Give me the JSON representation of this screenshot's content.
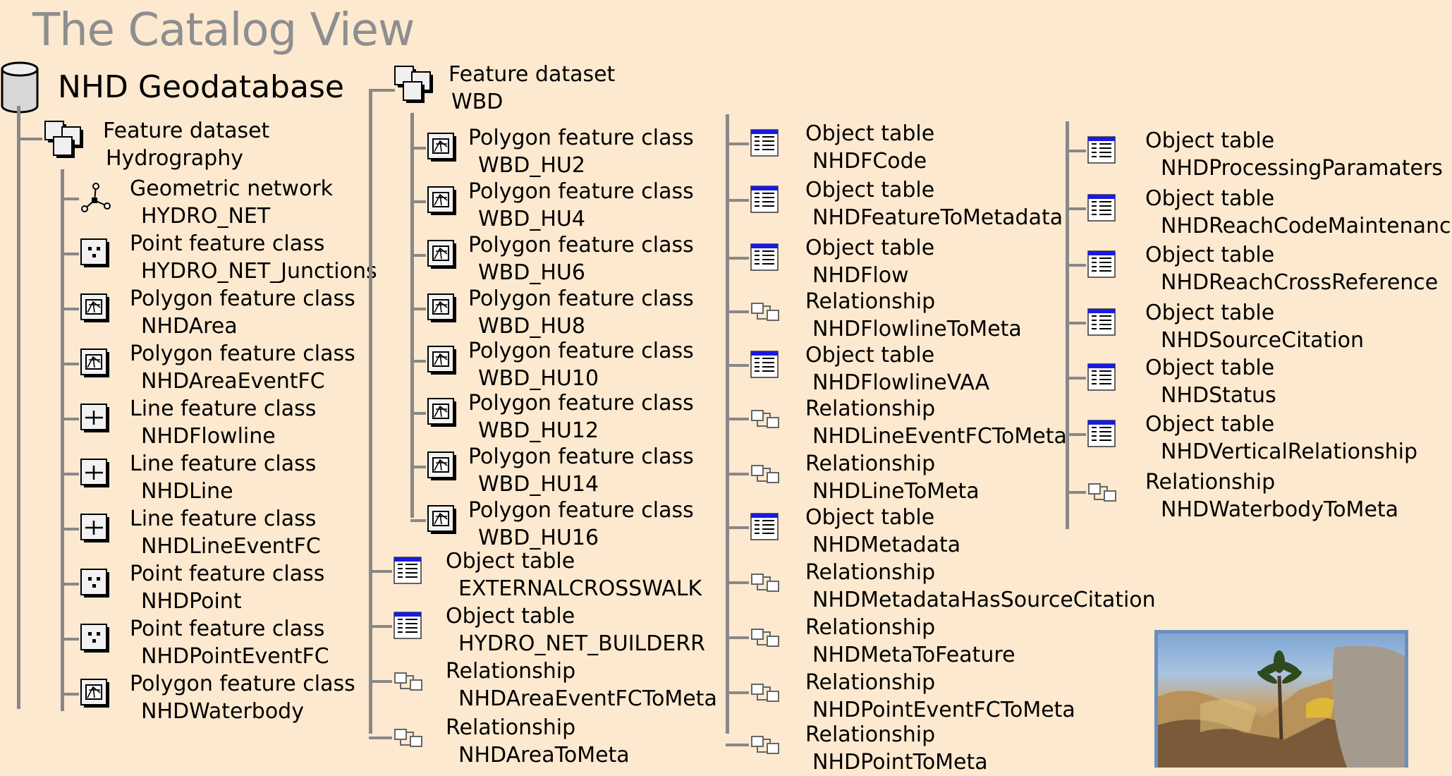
{
  "title": "The Catalog View",
  "geodatabase": "NHD Geodatabase",
  "col1": {
    "dataset": {
      "kind": "Feature dataset",
      "name": "Hydrography"
    },
    "items": [
      {
        "kind": "Geometric network",
        "name": "HYDRO_NET",
        "icon": "network"
      },
      {
        "kind": "Point feature class",
        "name": "HYDRO_NET_Junctions",
        "icon": "point"
      },
      {
        "kind": "Polygon feature class",
        "name": "NHDArea",
        "icon": "polygon"
      },
      {
        "kind": "Polygon feature class",
        "name": "NHDAreaEventFC",
        "icon": "polygon"
      },
      {
        "kind": "Line feature class",
        "name": "NHDFlowline",
        "icon": "line"
      },
      {
        "kind": "Line feature class",
        "name": "NHDLine",
        "icon": "line"
      },
      {
        "kind": "Line feature class",
        "name": "NHDLineEventFC",
        "icon": "line"
      },
      {
        "kind": "Point feature class",
        "name": "NHDPoint",
        "icon": "point"
      },
      {
        "kind": "Point feature class",
        "name": "NHDPointEventFC",
        "icon": "point"
      },
      {
        "kind": "Polygon feature class",
        "name": "NHDWaterbody",
        "icon": "polygon"
      }
    ]
  },
  "col2": {
    "dataset": {
      "kind": "Feature dataset",
      "name": "WBD"
    },
    "items": [
      {
        "kind": "Polygon feature class",
        "name": "WBD_HU2",
        "icon": "polygon"
      },
      {
        "kind": "Polygon feature class",
        "name": "WBD_HU4",
        "icon": "polygon"
      },
      {
        "kind": "Polygon feature class",
        "name": "WBD_HU6",
        "icon": "polygon"
      },
      {
        "kind": "Polygon feature class",
        "name": "WBD_HU8",
        "icon": "polygon"
      },
      {
        "kind": "Polygon feature class",
        "name": "WBD_HU10",
        "icon": "polygon"
      },
      {
        "kind": "Polygon feature class",
        "name": "WBD_HU12",
        "icon": "polygon"
      },
      {
        "kind": "Polygon feature class",
        "name": "WBD_HU14",
        "icon": "polygon"
      },
      {
        "kind": "Polygon feature class",
        "name": "WBD_HU16",
        "icon": "polygon"
      }
    ],
    "tables": [
      {
        "kind": "Object table",
        "name": "EXTERNALCROSSWALK",
        "icon": "table"
      },
      {
        "kind": "Object  table",
        "name": "HYDRO_NET_BUILDERR",
        "icon": "table"
      },
      {
        "kind": "Relationship",
        "name": "NHDAreaEventFCToMeta",
        "icon": "relationship"
      },
      {
        "kind": "Relationship",
        "name": "NHDAreaToMeta",
        "icon": "relationship"
      }
    ]
  },
  "col3": {
    "items": [
      {
        "kind": "Object  table",
        "name": "NHDFCode",
        "icon": "table"
      },
      {
        "kind": "Object  table",
        "name": "NHDFeatureToMetadata",
        "icon": "table"
      },
      {
        "kind": "Object  table",
        "name": "NHDFlow",
        "icon": "table"
      },
      {
        "kind": "Relationship",
        "name": "NHDFlowlineToMeta",
        "icon": "relationship"
      },
      {
        "kind": "Object  table",
        "name": "NHDFlowlineVAA",
        "icon": "table"
      },
      {
        "kind": "Relationship",
        "name": "NHDLineEventFCToMeta",
        "icon": "relationship"
      },
      {
        "kind": "Relationship",
        "name": "NHDLineToMeta",
        "icon": "relationship"
      },
      {
        "kind": "Object  table",
        "name": "NHDMetadata",
        "icon": "table"
      },
      {
        "kind": "Relationship",
        "name": "NHDMetadataHasSourceCitation",
        "icon": "relationship"
      },
      {
        "kind": "Relationship",
        "name": "NHDMetaToFeature",
        "icon": "relationship"
      },
      {
        "kind": "Relationship",
        "name": "NHDPointEventFCToMeta",
        "icon": "relationship"
      },
      {
        "kind": "Relationship",
        "name": "NHDPointToMeta",
        "icon": "relationship"
      }
    ]
  },
  "col4": {
    "items": [
      {
        "kind": "Object  table",
        "name": "NHDProcessingParamaters",
        "icon": "table"
      },
      {
        "kind": "Object  table",
        "name": "NHDReachCodeMaintenance",
        "icon": "table"
      },
      {
        "kind": "Object  table",
        "name": "NHDReachCrossReference",
        "icon": "table"
      },
      {
        "kind": "Object  table",
        "name": "NHDSourceCitation",
        "icon": "table"
      },
      {
        "kind": "Object  table",
        "name": "NHDStatus",
        "icon": "table"
      },
      {
        "kind": "Object  table",
        "name": "NHDVerticalRelationship",
        "icon": "table"
      },
      {
        "kind": "Relationship",
        "name": "NHDWaterbodyToMeta",
        "icon": "relationship"
      }
    ]
  },
  "colors": {
    "background": "#FDE9CF",
    "tree_line": "#888888",
    "title": "#8E8E8E",
    "table_header": "#1A1AE0",
    "photo_border": "#6A8FBE"
  }
}
